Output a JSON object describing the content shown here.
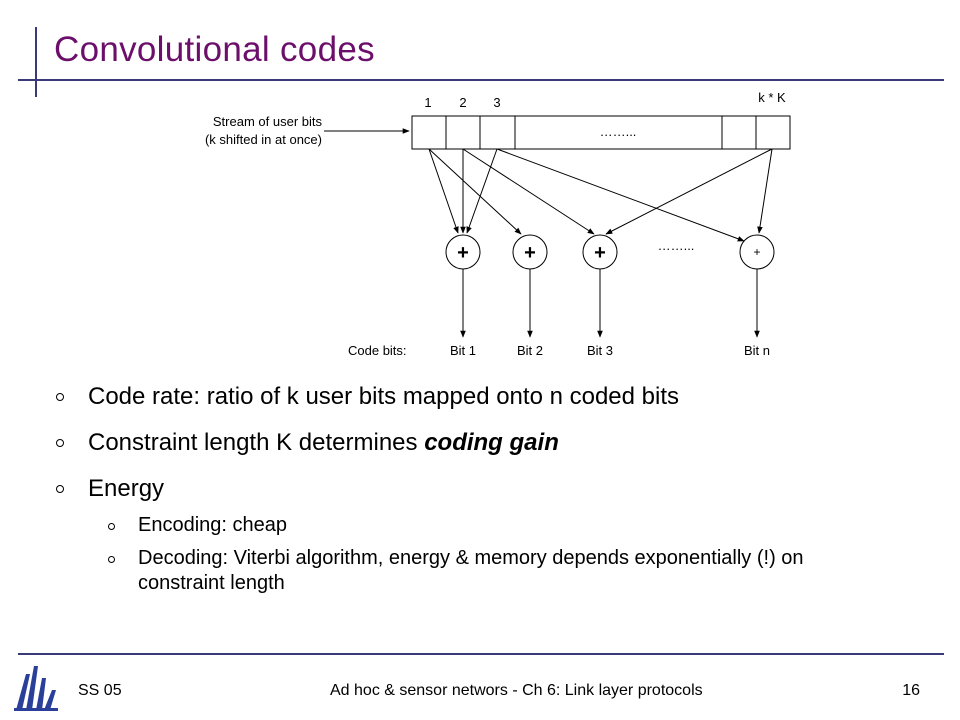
{
  "slide": {
    "title": "Convolutional codes"
  },
  "diagram": {
    "input_label_line1": "Stream of user bits",
    "input_label_line2": "(k shifted in at once)",
    "register_positions": [
      "1",
      "2",
      "3"
    ],
    "register_ellipsis": "……...",
    "register_last": "k * K",
    "adders": [
      "+",
      "+",
      "+",
      "+"
    ],
    "adder_ellipsis": "……...",
    "code_bits_label": "Code bits:",
    "code_bits": [
      "Bit 1",
      "Bit 2",
      "Bit 3",
      "Bit n"
    ]
  },
  "bullets": [
    {
      "text": "Code rate: ratio of k user bits mapped onto n coded bits"
    },
    {
      "text_before": "Constraint length K determines ",
      "text_emph": "coding gain"
    },
    {
      "text": "Energy",
      "sub": [
        "Encoding: cheap",
        "Decoding: Viterbi algorithm, energy & memory depends exponentially (!) on constraint length"
      ]
    }
  ],
  "footer": {
    "left": "SS 05",
    "center": "Ad hoc & sensor networs - Ch 6: Link layer protocols",
    "page": "16"
  },
  "colors": {
    "title": "#6b0f6b",
    "rules": "#3a3a7a",
    "logo": "#2a3f9a"
  }
}
